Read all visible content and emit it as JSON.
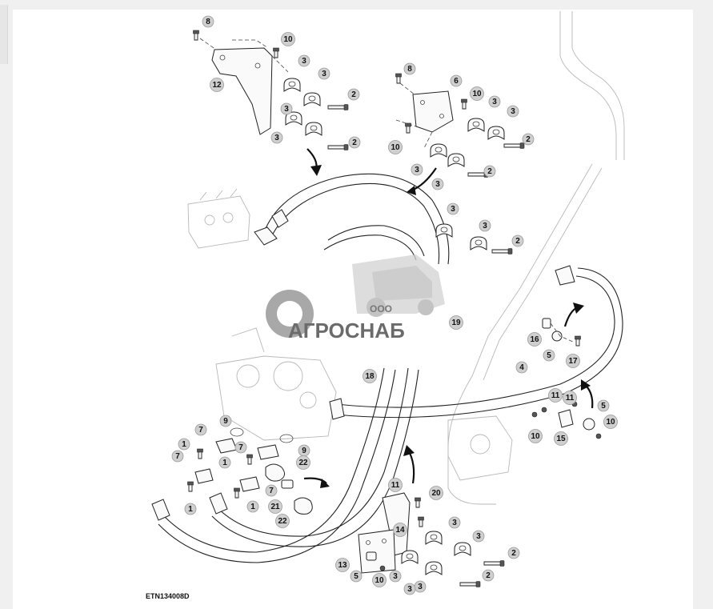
{
  "drawing": {
    "code": "ETN134008D",
    "watermark": {
      "brand": "АГРОСНАБ",
      "prefix": "ООО"
    }
  },
  "callouts": [
    {
      "id": "c8a",
      "label": "8"
    },
    {
      "id": "c10a",
      "label": "10"
    },
    {
      "id": "c12",
      "label": "12"
    },
    {
      "id": "c3a",
      "label": "3"
    },
    {
      "id": "c3b",
      "label": "3"
    },
    {
      "id": "c2a",
      "label": "2"
    },
    {
      "id": "c3c",
      "label": "3"
    },
    {
      "id": "c3d",
      "label": "3"
    },
    {
      "id": "c2b",
      "label": "2"
    },
    {
      "id": "c8b",
      "label": "8"
    },
    {
      "id": "c6",
      "label": "6"
    },
    {
      "id": "c10b",
      "label": "10"
    },
    {
      "id": "c3e",
      "label": "3"
    },
    {
      "id": "c3f",
      "label": "3"
    },
    {
      "id": "c10c",
      "label": "10"
    },
    {
      "id": "c2c",
      "label": "2"
    },
    {
      "id": "c3g",
      "label": "3"
    },
    {
      "id": "c3h",
      "label": "3"
    },
    {
      "id": "c2d",
      "label": "2"
    },
    {
      "id": "c3i",
      "label": "3"
    },
    {
      "id": "c3j",
      "label": "3"
    },
    {
      "id": "c2e",
      "label": "2"
    },
    {
      "id": "c19",
      "label": "19"
    },
    {
      "id": "c16",
      "label": "16"
    },
    {
      "id": "c5a",
      "label": "5"
    },
    {
      "id": "c17",
      "label": "17"
    },
    {
      "id": "c4",
      "label": "4"
    },
    {
      "id": "c18",
      "label": "18"
    },
    {
      "id": "c11a",
      "label": "11"
    },
    {
      "id": "c11b",
      "label": "11"
    },
    {
      "id": "c5b",
      "label": "5"
    },
    {
      "id": "c10d",
      "label": "10"
    },
    {
      "id": "c10e",
      "label": "10"
    },
    {
      "id": "c15",
      "label": "15"
    },
    {
      "id": "c9a",
      "label": "9"
    },
    {
      "id": "c7a",
      "label": "7"
    },
    {
      "id": "c1a",
      "label": "1"
    },
    {
      "id": "c7b",
      "label": "7"
    },
    {
      "id": "c9b",
      "label": "9"
    },
    {
      "id": "c7c",
      "label": "7"
    },
    {
      "id": "c1b",
      "label": "1"
    },
    {
      "id": "c22a",
      "label": "22"
    },
    {
      "id": "c1c",
      "label": "1"
    },
    {
      "id": "c7d",
      "label": "7"
    },
    {
      "id": "c1d",
      "label": "1"
    },
    {
      "id": "c21",
      "label": "21"
    },
    {
      "id": "c22b",
      "label": "22"
    },
    {
      "id": "c11c",
      "label": "11"
    },
    {
      "id": "c20",
      "label": "20"
    },
    {
      "id": "c14",
      "label": "14"
    },
    {
      "id": "c3k",
      "label": "3"
    },
    {
      "id": "c3l",
      "label": "3"
    },
    {
      "id": "c2f",
      "label": "2"
    },
    {
      "id": "c13",
      "label": "13"
    },
    {
      "id": "c5c",
      "label": "5"
    },
    {
      "id": "c10f",
      "label": "10"
    },
    {
      "id": "c3m",
      "label": "3"
    },
    {
      "id": "c3n",
      "label": "3"
    },
    {
      "id": "c2g",
      "label": "2"
    },
    {
      "id": "c3o",
      "label": "3"
    }
  ]
}
